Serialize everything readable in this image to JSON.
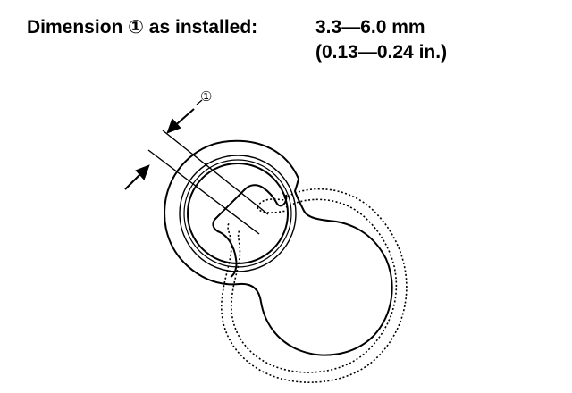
{
  "caption": {
    "label": "Dimension ① as installed:",
    "value_mm": "3.3—6.0 mm",
    "value_in": "(0.13—0.24 in.)"
  },
  "diagram": {
    "callout": "①"
  }
}
